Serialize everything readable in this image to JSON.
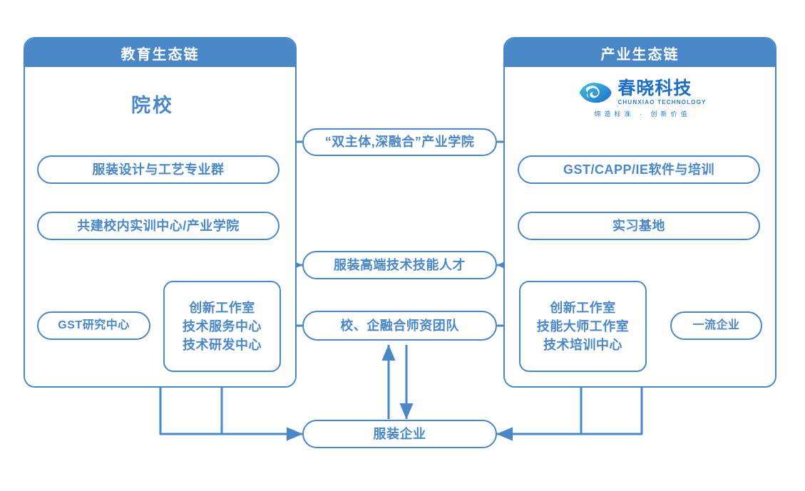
{
  "diagram": {
    "panels": [
      {
        "key": "education",
        "header": "教育生态链",
        "title": "院校"
      },
      {
        "key": "industry",
        "header": "产业生态链",
        "title": ""
      }
    ],
    "logo": {
      "name_cn": "春晓科技",
      "name_en": "CHUNXIAO TECHNOLOGY",
      "slogan": "缔造标准 · 创新价值",
      "mark": "eye-wave-logo-icon"
    },
    "nodes": {
      "industry_college": "“双主体,深融合”产业学院",
      "edu_major_group": "服装设计与工艺专业群",
      "edu_training_center": "共建校内实训中心/产业学院",
      "ind_software": "GST/CAPP/IE软件与培训",
      "ind_internship": "实习基地",
      "talent": "服装高端技术技能人才",
      "gst_research": "GST研究中心",
      "edu_centers": "创新工作室\n技术服务中心\n技术研发中心",
      "faculty_team": "校、企融合师资团队",
      "ind_centers": "创新工作室\n技能大师工作室\n技术培训中心",
      "top_enterprise": "一流企业",
      "apparel_enterprise": "服装企业"
    },
    "colors": {
      "brand_blue": "#4a87c7",
      "header_bg": "#4a87c7",
      "header_text": "#ffffff",
      "node_border": "#4a87c7",
      "node_text": "#4a87c7",
      "connector": "#4a87c7",
      "logo_blue": "#1b6fc4",
      "logo_teal": "#3bb6c8",
      "canvas_bg": "#ffffff"
    }
  }
}
